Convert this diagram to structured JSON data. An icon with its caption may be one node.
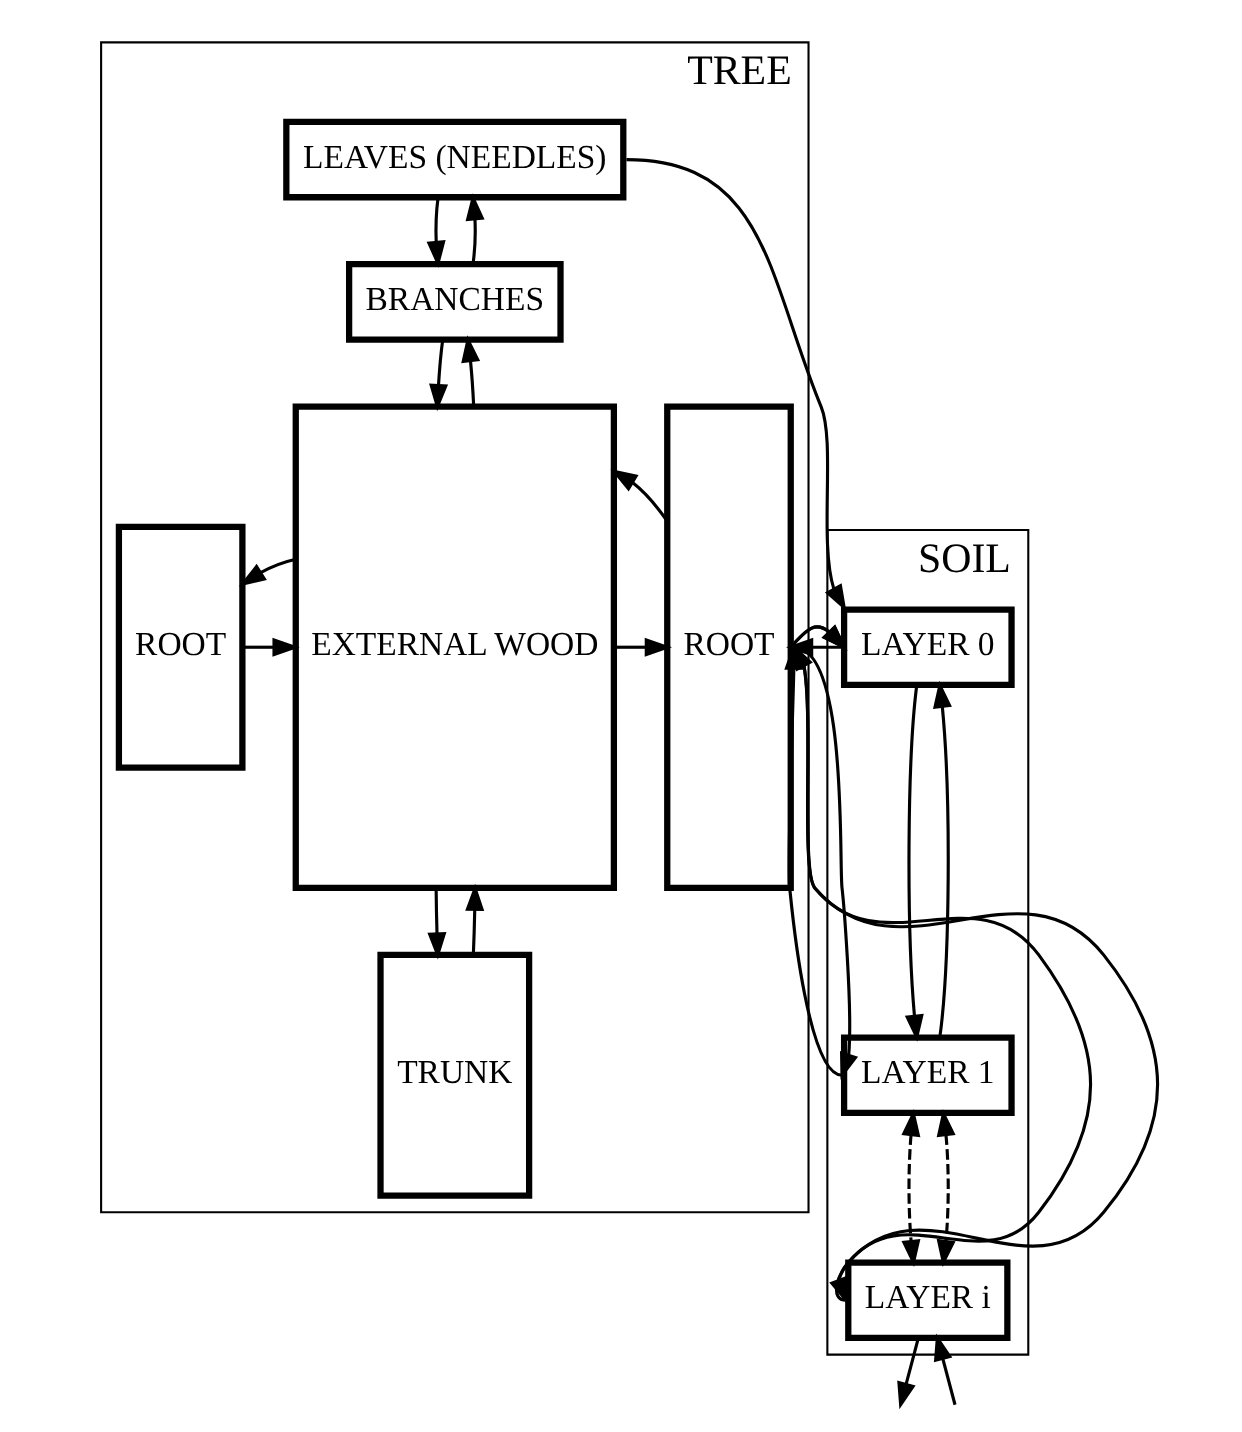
{
  "diagram": {
    "nodes": [
      {
        "text": [
          "TREE"
        ]
      },
      {
        "text": [
          "LEAVES (NEEDLES)"
        ],
        "in": 0
      },
      {
        "text": [
          "BRANCHES"
        ],
        "in": 0
      },
      {
        "text": [
          "ROOT"
        ],
        "in": 0
      },
      {
        "text": [
          "EXTERNAL WOOD"
        ],
        "in": 0
      },
      {
        "text": [
          "TRUNK"
        ],
        "in": 0
      },
      {
        "text": [
          "ROOT"
        ],
        "in": 0
      },
      {
        "text": [
          "SOIL"
        ]
      },
      {
        "text": [
          "LAYER 0"
        ],
        "in": 7
      },
      {
        "text": [
          "LAYER 1"
        ],
        "in": 7
      },
      {
        "text": [
          "LAYER i"
        ],
        "in": 7
      }
    ],
    "edges": [
      {
        "from": 1,
        "to": 8,
        "arrow": "to"
      },
      {
        "from": 2,
        "to": 1,
        "arrow": "to"
      },
      {
        "from": 1,
        "to": 2,
        "arrow": "to"
      },
      {
        "from": 2,
        "to": 4,
        "arrow": "to"
      },
      {
        "from": 4,
        "to": 2,
        "arrow": "to"
      },
      {
        "from": 3,
        "to": 4,
        "arrow": "to"
      },
      {
        "from": 4,
        "to": 3,
        "arrow": "to"
      },
      {
        "from": 5,
        "to": 4,
        "arrow": "to"
      },
      {
        "from": 4,
        "to": 5,
        "arrow": "to"
      },
      {
        "from": 4,
        "to": 6,
        "arrow": "to"
      },
      {
        "from": 6,
        "to": 4,
        "arrow": "to"
      },
      {
        "from": 6,
        "to": 8,
        "arrow": "to"
      },
      {
        "from": 8,
        "to": 6,
        "arrow": "to"
      },
      {
        "from": 6,
        "to": 9,
        "arrow": "to"
      },
      {
        "from": 9,
        "to": 6,
        "arrow": "to"
      },
      {
        "from": 6,
        "to": 10,
        "arrow": "to"
      },
      {
        "from": 10,
        "to": 6,
        "arrow": "to"
      },
      {
        "from": 8,
        "to": 9,
        "arrow": "to"
      },
      {
        "from": 9,
        "to": 8,
        "arrow": "to"
      },
      {
        "from": 9,
        "to": 10,
        "arrow": "both",
        "style": "dashed"
      },
      {
        "from": 9,
        "to": 10,
        "arrow": "both",
        "style": "dashed"
      },
      {
        "from": 10,
        "to": null,
        "arrow": "to"
      },
      {
        "from": null,
        "to": 10,
        "arrow": "to"
      }
    ]
  }
}
